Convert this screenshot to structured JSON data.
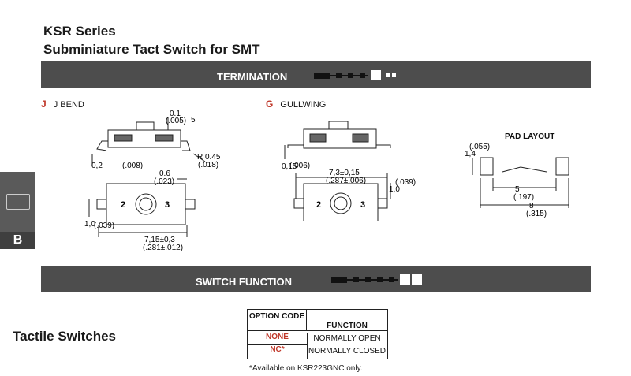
{
  "header": {
    "series": "KSR Series",
    "subtitle": "Subminiature Tact Switch for SMT"
  },
  "termination_bar": {
    "label": "TERMINATION"
  },
  "switch_function_bar": {
    "label": "SWITCH FUNCTION"
  },
  "side_tab": {
    "letter": "B"
  },
  "section_title": "Tactile Switches",
  "variants": [
    {
      "code": "J",
      "name": "J BEND"
    },
    {
      "code": "G",
      "name": "GULLWING"
    }
  ],
  "jbend_dims": {
    "a": "0.1",
    "b": "(.005)",
    "c": "5",
    "r": "R 0.45",
    "r_in": "(.018)",
    "left1": "0,2",
    "left2": "(.008)",
    "w1": "0.6",
    "w2": "(.023)",
    "h1": "1,0",
    "h2": "(.039)",
    "len1": "7,15±0,3",
    "len2": "(.281±.012)",
    "pin_left": "2",
    "pin_right": "3"
  },
  "gull_dims": {
    "left1": "0,15",
    "left2": "(.006)",
    "len1": "7,3±0,15",
    "len2": "(.287±.006)",
    "h1": "1,0",
    "h2": "(.039)",
    "pin_left": "2",
    "pin_right": "3"
  },
  "pad_layout": {
    "title": "PAD LAYOUT",
    "h1": "1,4",
    "h2": "(.055)",
    "gap1": "5",
    "gap2": "(.197)",
    "total1": "8",
    "total2": "(.315)"
  },
  "option_table": {
    "headers": [
      "OPTION CODE",
      "FUNCTION"
    ],
    "rows": [
      {
        "code": "NONE",
        "function": "NORMALLY OPEN"
      },
      {
        "code": "NC*",
        "function": "NORMALLY CLOSED"
      }
    ]
  },
  "footnote": "*Available on KSR223GNC only."
}
